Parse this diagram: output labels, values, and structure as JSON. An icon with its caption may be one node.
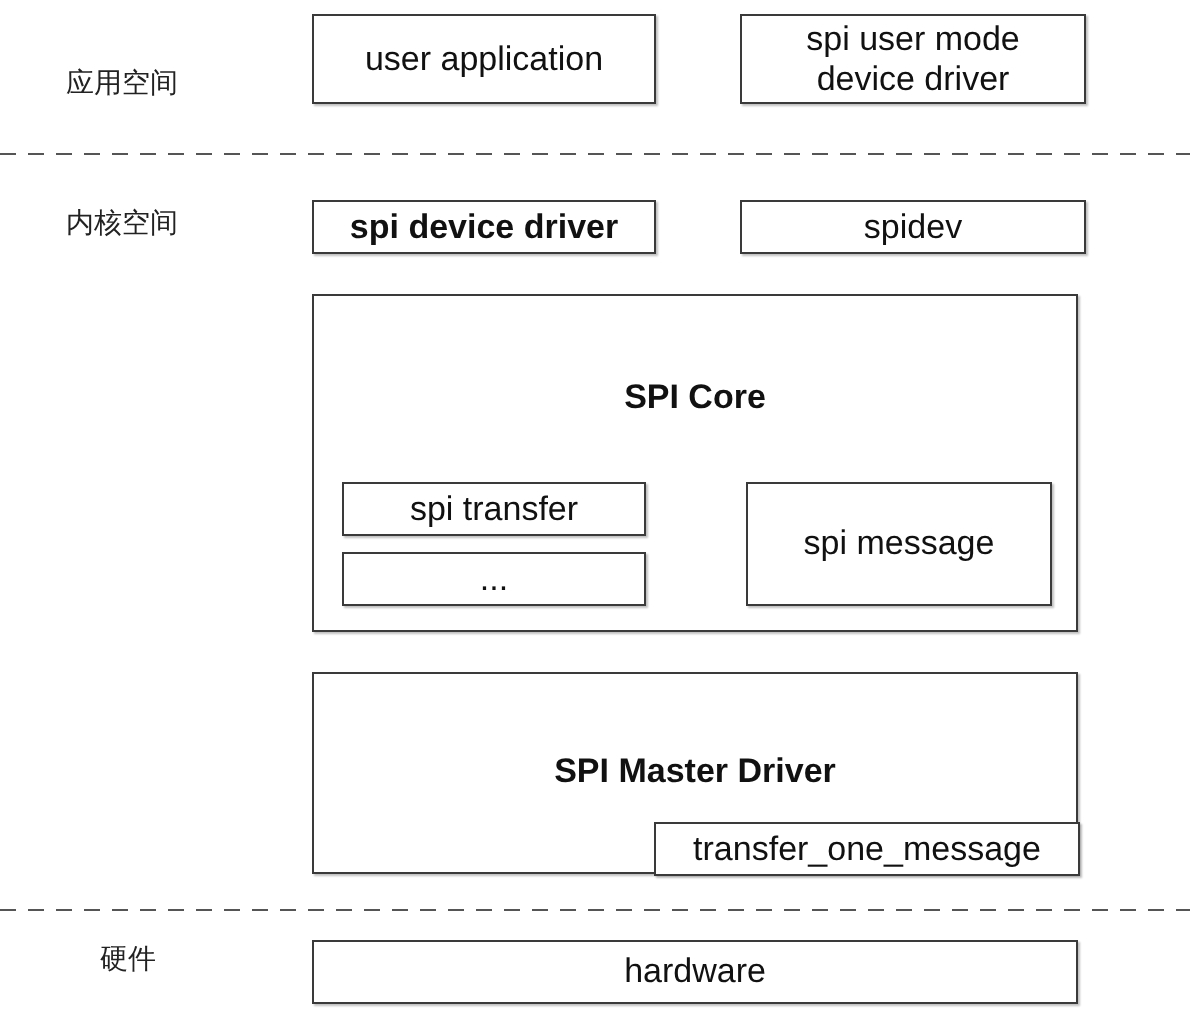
{
  "diagram": {
    "nodes": [
      {
        "text": [
          "user application"
        ]
      },
      {
        "text": [
          "spi user mode device driver"
        ]
      },
      {
        "text": [
          "spi device driver"
        ]
      },
      {
        "text": [
          "spidev"
        ]
      },
      {
        "text": [
          "SPI Core"
        ]
      },
      {
        "text": [
          "spi transfer"
        ],
        "in": 4
      },
      {
        "text": [
          "..."
        ],
        "in": 4
      },
      {
        "text": [
          "spi message"
        ],
        "in": 4
      },
      {
        "text": [
          "SPI Master Driver"
        ]
      },
      {
        "text": [
          "transfer_one_message"
        ],
        "in": 8
      },
      {
        "text": [
          "hardware"
        ]
      }
    ],
    "labels": [
      "应用空间",
      "内核空间",
      "硬件"
    ]
  }
}
